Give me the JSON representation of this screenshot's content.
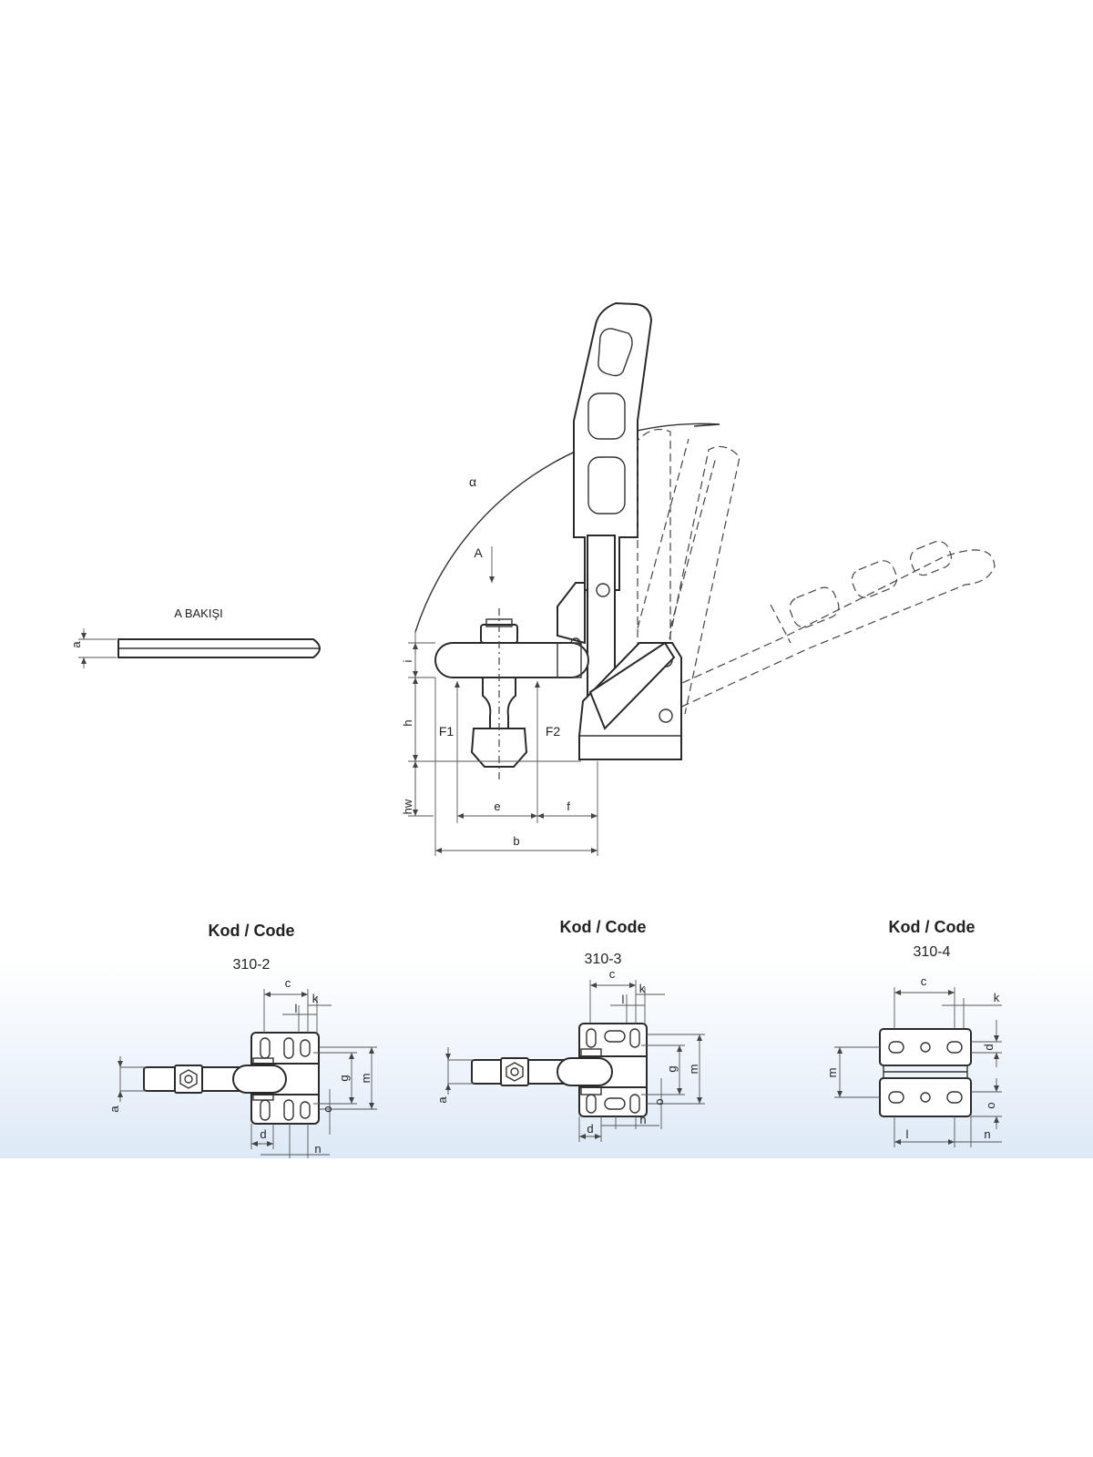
{
  "main_view": {
    "view_title": "A BAKIŞI",
    "arrow_label": "A",
    "angle_label": "α",
    "force_1": "F1",
    "force_2": "F2",
    "dims": {
      "a": "a",
      "i": "i",
      "h": "h",
      "hw": "hw",
      "e": "e",
      "f": "f",
      "b": "b"
    }
  },
  "variants": [
    {
      "heading": "Kod / Code",
      "code": "310-2",
      "dims": {
        "c": "c",
        "k": "k",
        "l": "l",
        "g": "g",
        "m": "m",
        "a": "a",
        "d": "d",
        "n": "n",
        "o": "o"
      }
    },
    {
      "heading": "Kod / Code",
      "code": "310-3",
      "dims": {
        "c": "c",
        "k": "k",
        "l": "l",
        "g": "g",
        "m": "m",
        "a": "a",
        "d": "d",
        "n": "n",
        "o": "o"
      }
    },
    {
      "heading": "Kod / Code",
      "code": "310-4",
      "dims": {
        "c": "c",
        "k": "k",
        "l": "l",
        "d": "d",
        "m": "m",
        "n": "n",
        "o": "o"
      }
    }
  ]
}
